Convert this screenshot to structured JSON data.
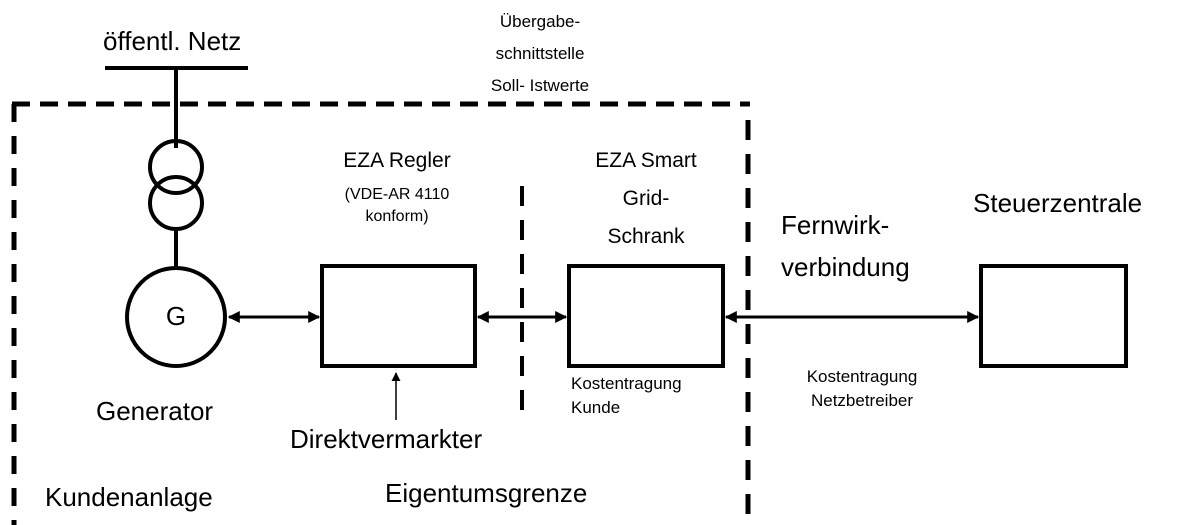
{
  "labels": {
    "grid": "öffentl. Netz",
    "interface": [
      "Übergabe-",
      "schnittstelle",
      "Soll- Istwerte"
    ],
    "controller_title": "EZA Regler",
    "controller_note": [
      "(VDE-AR 4110",
      "konform)"
    ],
    "smart_grid": [
      "EZA Smart",
      "Grid-",
      "Schrank"
    ],
    "control_center": "Steuerzentrale",
    "telecontrol": [
      "Fernwirk-",
      "verbindung"
    ],
    "generator_symbol": "G",
    "generator": "Generator",
    "direct_marketer": "Direktvermarkter",
    "cost_customer": [
      "Kostentragung",
      "Kunde"
    ],
    "cost_operator": [
      "Kostentragung",
      "Netzbetreiber"
    ],
    "customer_plant": "Kundenanlage",
    "ownership_boundary": "Eigentumsgrenze"
  },
  "colors": {
    "line": "#000000",
    "background": "#ffffff"
  }
}
